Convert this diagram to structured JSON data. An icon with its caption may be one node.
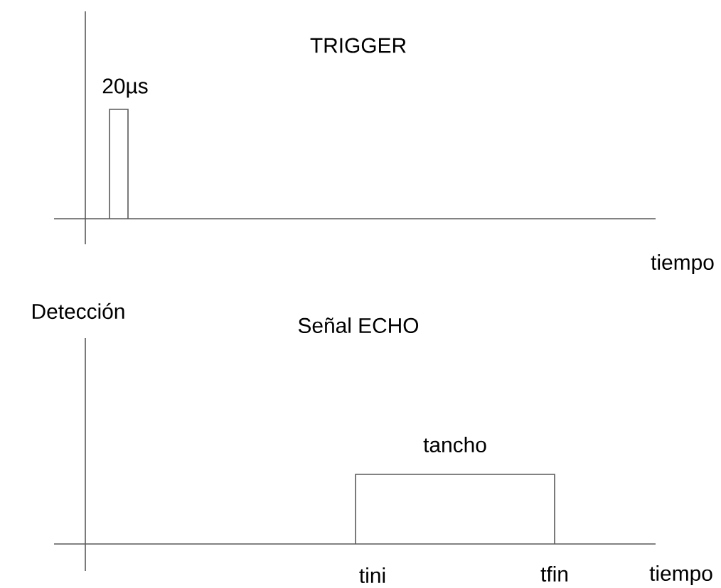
{
  "diagram": {
    "labels": [
      "TRIGGER",
      "20µs",
      "tiempo",
      "Detección",
      "Señal ECHO",
      "tancho",
      "tini",
      "tfin",
      "tiempo"
    ]
  }
}
